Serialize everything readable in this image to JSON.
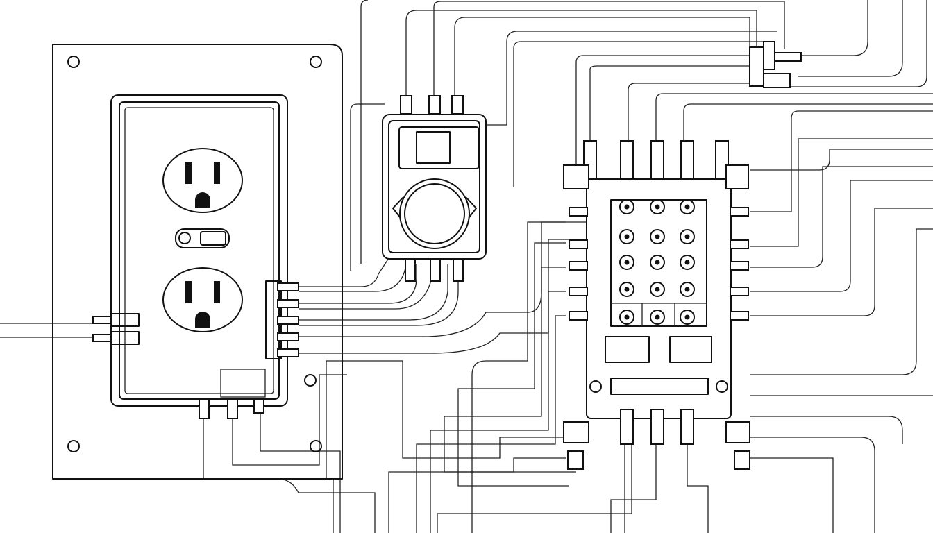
{
  "diagram": {
    "components": [
      "wall-plate",
      "duplex-outlet",
      "meter-box",
      "breaker-panel",
      "terminal-block"
    ],
    "colors": {
      "line": "#111111",
      "background": "#ffffff"
    }
  }
}
